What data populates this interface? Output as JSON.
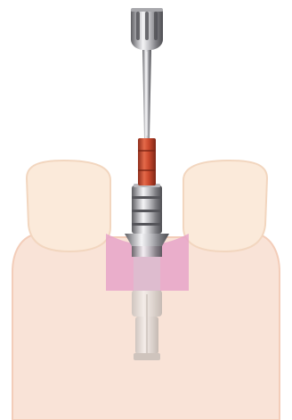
{
  "illustration": {
    "parts": [
      "screwdriver-handle",
      "screwdriver-shaft",
      "color-coded-sleeve",
      "abutment-screw",
      "abutment-collar",
      "soft-tissue-cuff",
      "implant-body",
      "left-tooth",
      "right-tooth",
      "gingiva"
    ],
    "colors": {
      "gingiva": "#f9e3d7",
      "gingiva_edge": "#f3cdb9",
      "tooth": "#fbeada",
      "tooth_edge": "#f2d6bf",
      "soft_tissue": "#e6a0c8",
      "sleeve": "#cc4a2e",
      "metal_dark": "#6f6f73",
      "metal_light": "#f2f2f4",
      "implant": "#ddd6d2"
    }
  }
}
